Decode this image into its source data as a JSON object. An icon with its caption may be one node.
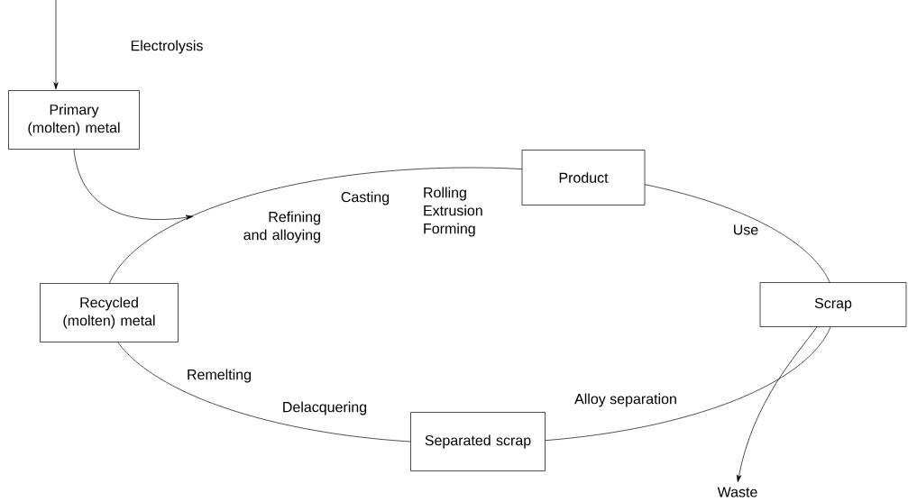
{
  "diagram": {
    "nodes": [
      {
        "text": [
          "Primary (molten) metal"
        ]
      },
      {
        "text": [
          "Product"
        ]
      },
      {
        "text": [
          "Scrap"
        ]
      },
      {
        "text": [
          "Separated scrap"
        ]
      },
      {
        "text": [
          "Recycled (molten) metal"
        ]
      },
      {
        "text": [
          "Waste"
        ]
      }
    ],
    "edges": [
      {
        "from": 4,
        "to": 1,
        "arrow": "none"
      },
      {
        "from": 1,
        "to": 2,
        "arrow": "none"
      },
      {
        "from": 2,
        "to": 3,
        "arrow": "none"
      },
      {
        "from": 3,
        "to": 4,
        "arrow": "none"
      },
      {
        "from": null,
        "to": 0,
        "arrow": "to"
      },
      {
        "from": 0,
        "to": null,
        "arrow": "to"
      },
      {
        "from": 2,
        "to": 5,
        "arrow": "to"
      }
    ],
    "labels": [
      "Electrolysis",
      "Casting",
      "Refining and alloying",
      "Rolling Extrusion Forming",
      "Use",
      "Remelting",
      "Delacquering",
      "Alloy separation"
    ]
  }
}
